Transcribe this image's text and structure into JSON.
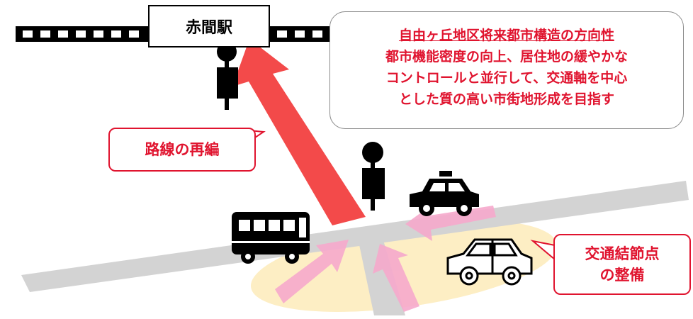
{
  "station": {
    "name": "赤間駅"
  },
  "direction_box": {
    "title": "自由ヶ丘地区将来都市構造の方向性",
    "lines": [
      "都市機能密度の向上、居住地の緩やかな",
      "コントロールと並行して、交通軸を中心",
      "とした質の高い市街地形成を目指す"
    ]
  },
  "route_callout": {
    "label": "路線の再編"
  },
  "node_callout": {
    "line1": "交通結節点",
    "line2": "の整備"
  },
  "colors": {
    "accent_red": "#e0142f",
    "arrow_red": "#f23b3b",
    "pink_arrows": "#f6a9cc",
    "node_area": "#fdeec4",
    "road": "#d3d3d3"
  },
  "icons": [
    "railway-track",
    "person-icon",
    "bus-icon",
    "taxi-icon",
    "car-icon"
  ]
}
